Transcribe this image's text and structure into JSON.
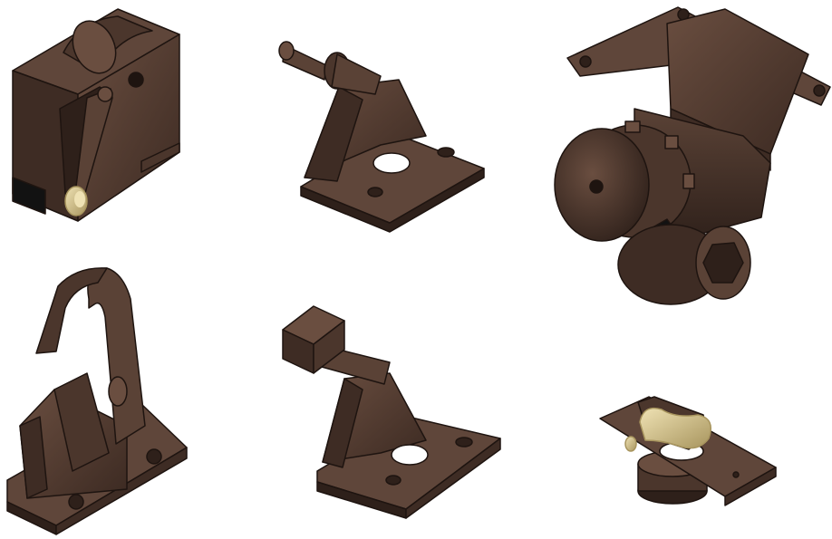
{
  "scene": {
    "background": "#ffffff",
    "part_colors": {
      "body": "#4b362c",
      "body_light": "#6a4e40",
      "body_dark": "#2e201a",
      "edge": "#1e1410",
      "brass": "#d8c590",
      "brass_dark": "#a8955e",
      "black_rubber": "#121212"
    },
    "parts": [
      {
        "id": "cartridge-housing",
        "icon": "cartridge-housing-icon"
      },
      {
        "id": "pin-bracket",
        "icon": "pin-bracket-icon"
      },
      {
        "id": "pulley-gear-assembly",
        "icon": "pulley-gear-assembly-icon"
      },
      {
        "id": "hook-mount",
        "icon": "hook-mount-icon"
      },
      {
        "id": "square-post-bracket",
        "icon": "square-post-bracket-icon"
      },
      {
        "id": "roller-guide-plate",
        "icon": "roller-guide-plate-icon"
      }
    ]
  }
}
